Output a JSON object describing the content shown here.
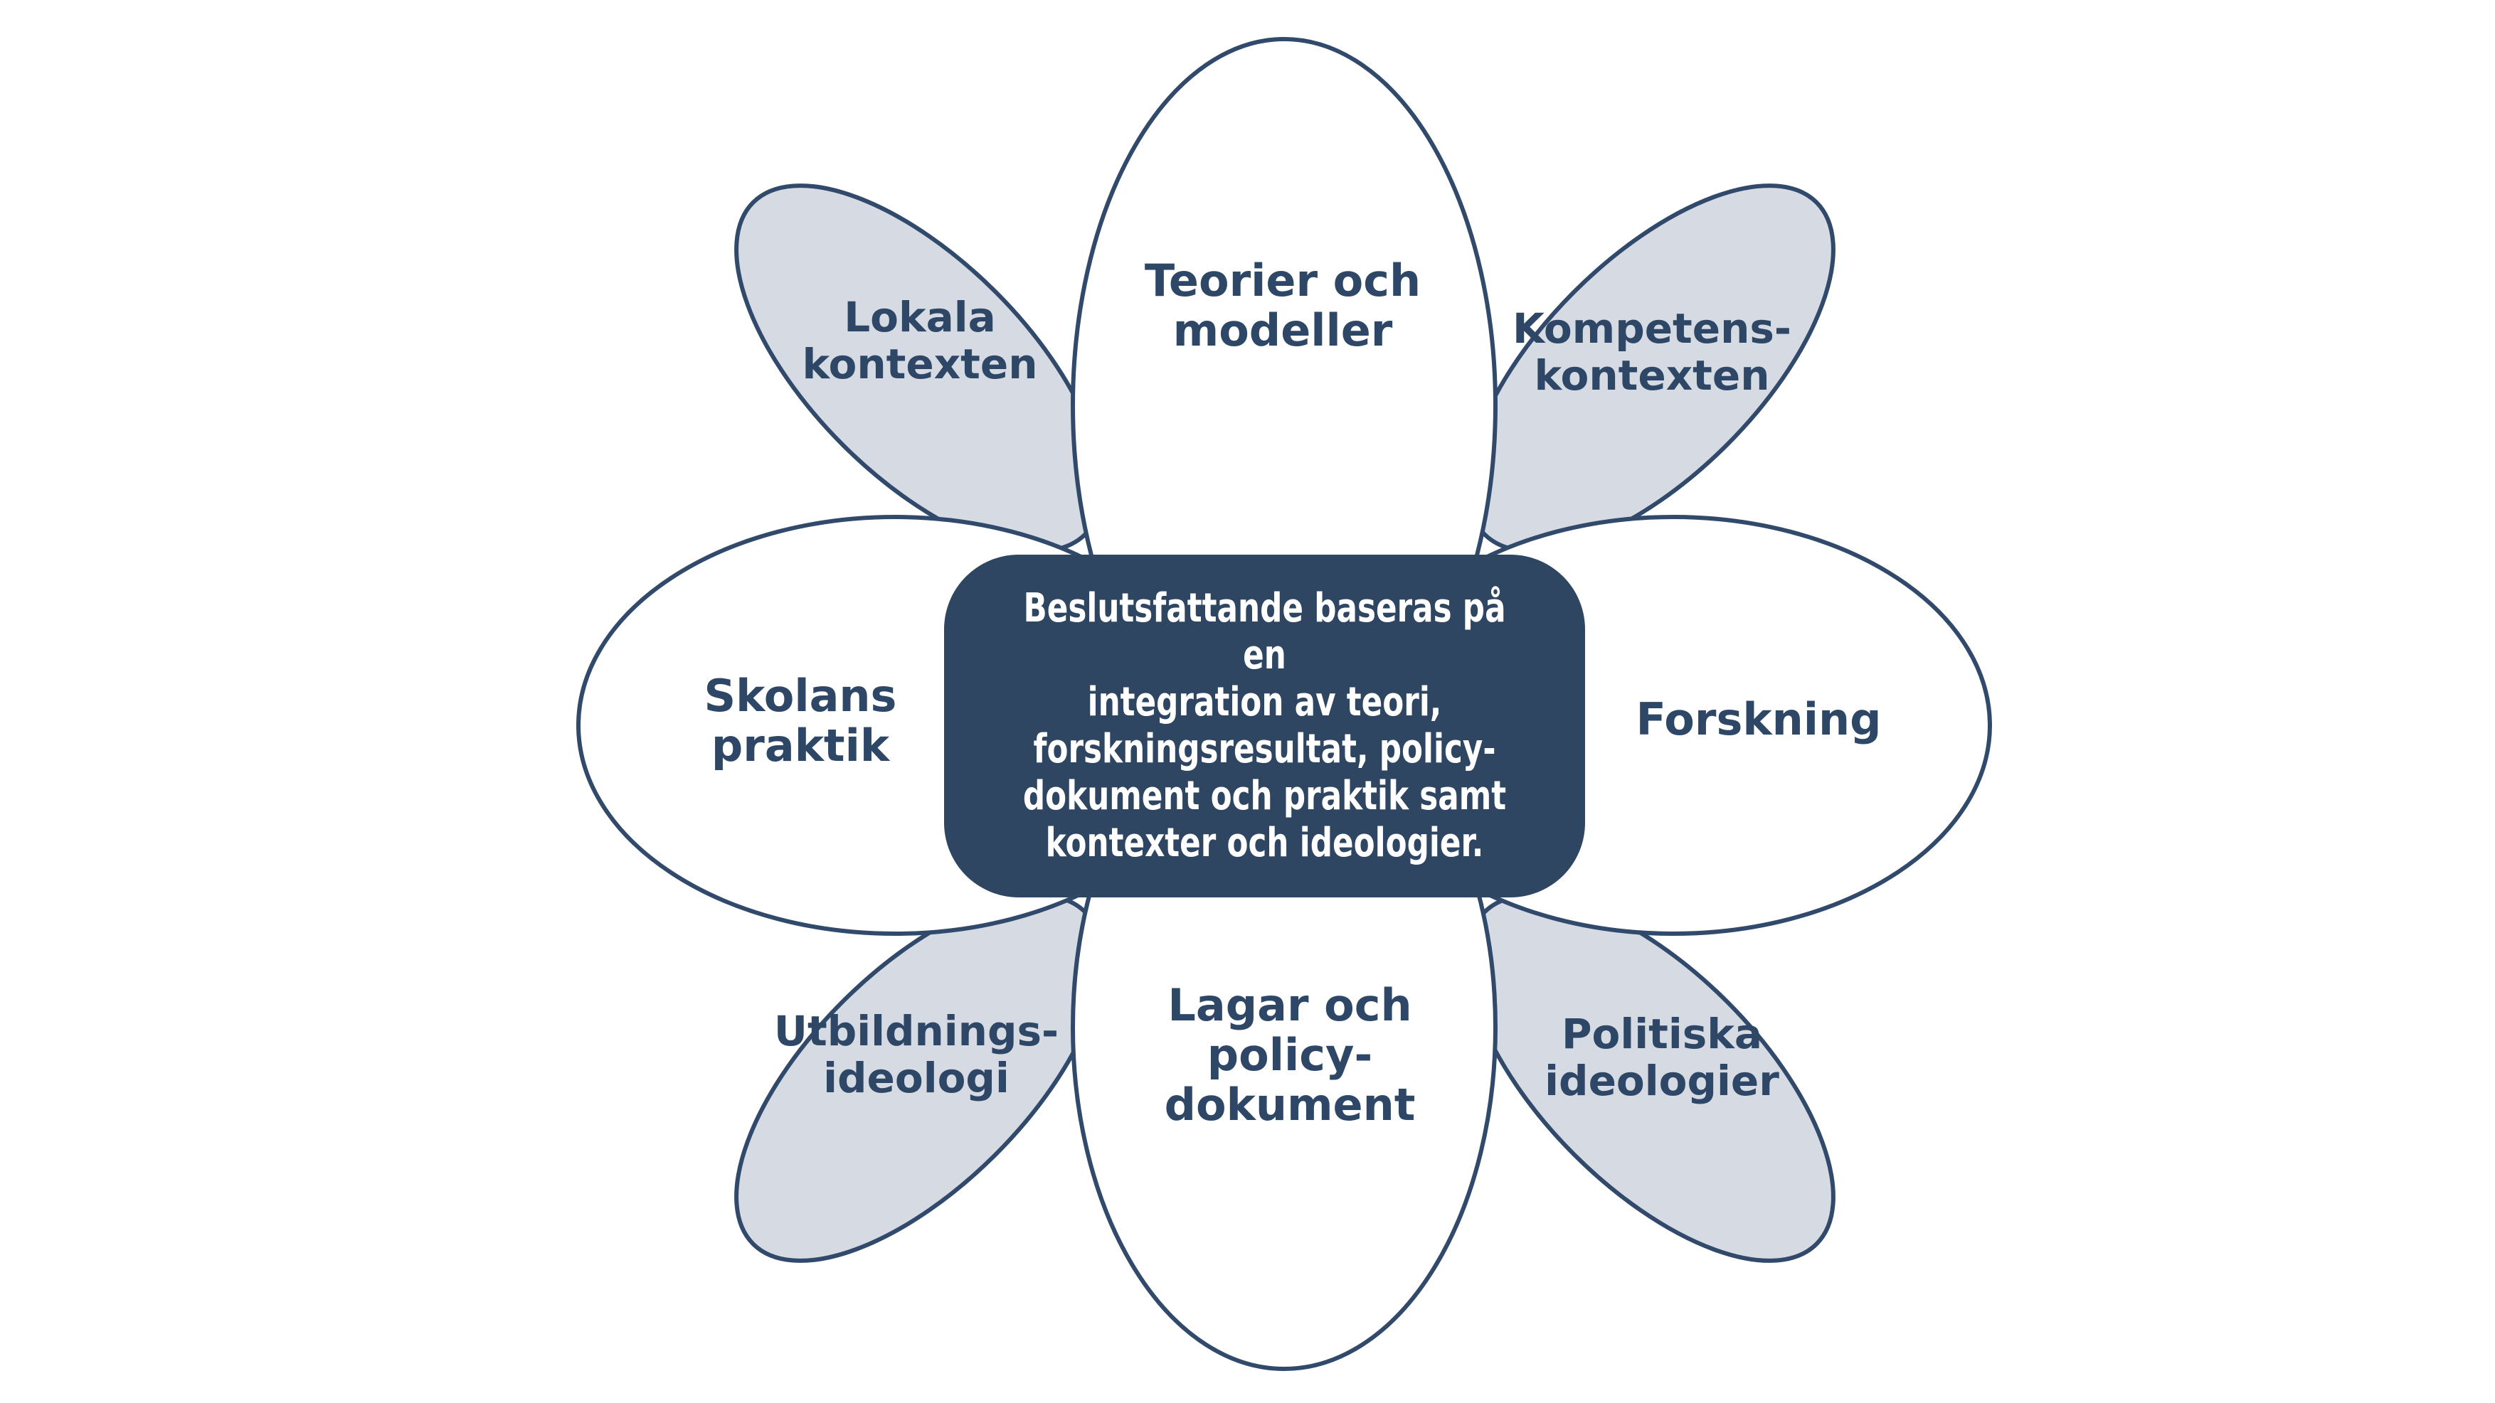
{
  "diagram": {
    "center_box": {
      "text": "Beslutsfattande baseras på en\nintegration av teori,\nforskningsresultat, policy-\ndokument och praktik samt\nkontexter och ideologier.",
      "bg_color": "#2F4663",
      "text_color": "#FFFFFF"
    },
    "petals": {
      "top": {
        "label": "Teorier och\nmodeller",
        "fill": "#FFFFFF"
      },
      "top_left": {
        "label": "Lokala\nkontexten",
        "fill": "#D6DBE3"
      },
      "top_right": {
        "label": "Kompetens-\nkontexten",
        "fill": "#D6DBE3"
      },
      "left": {
        "label": "Skolans\npraktik",
        "fill": "#FFFFFF"
      },
      "right": {
        "label": "Forskning",
        "fill": "#FFFFFF"
      },
      "bottom_left": {
        "label": "Utbildnings-\nideologi",
        "fill": "#D6DBE3"
      },
      "bottom": {
        "label": "Lagar och\npolicy-\ndokument",
        "fill": "#FFFFFF"
      },
      "bottom_right": {
        "label": "Politiska\nideologier",
        "fill": "#D6DBE3"
      }
    },
    "colors": {
      "outline": "#314A6B",
      "label_text": "#2E4766",
      "gray_petal_fill": "#D6DBE3",
      "white_petal_fill": "#FFFFFF"
    }
  }
}
